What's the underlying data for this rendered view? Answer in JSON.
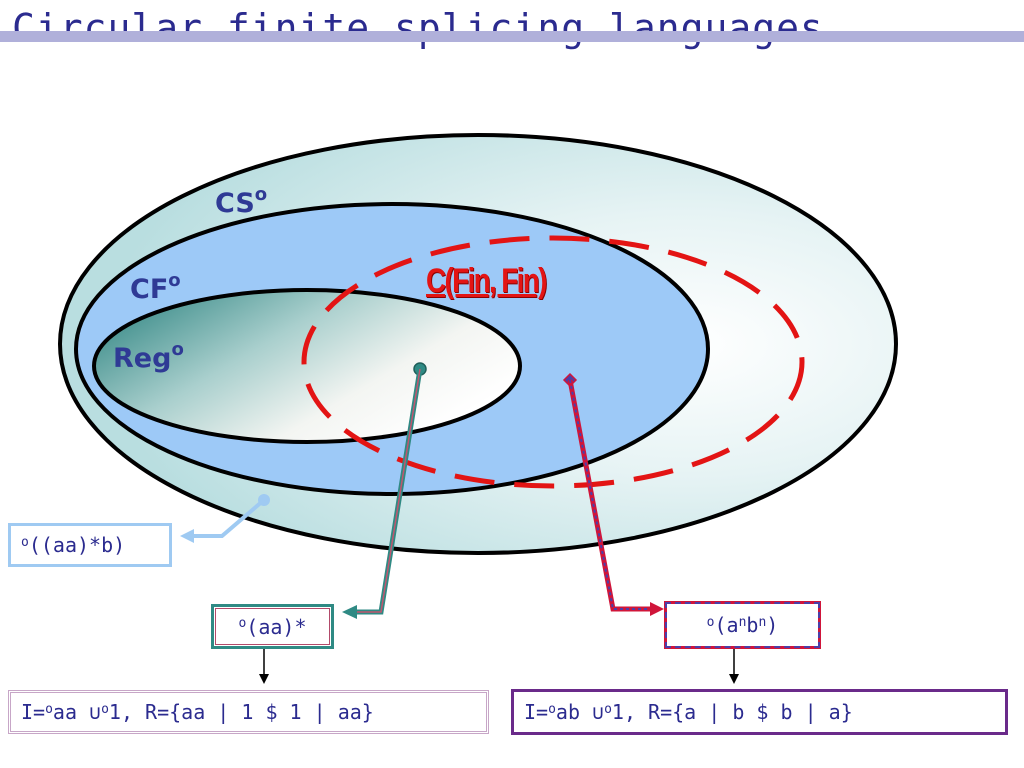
{
  "title": "Circular finite splicing languages",
  "sets": {
    "cs": {
      "name": "CS",
      "sup": "o"
    },
    "cf": {
      "name": "CF",
      "sup": "o"
    },
    "reg": {
      "name": "Reg",
      "sup": "o"
    },
    "fin": {
      "name": "C(Fin, Fin)"
    }
  },
  "examples": {
    "cs": {
      "sup": "o",
      "text": "((aa)*b)"
    },
    "reg": {
      "sup": "o",
      "text": "(aa)*"
    },
    "fin": {
      "sup": "o",
      "pre": "(a",
      "sup_n1": "n",
      "mid": " b",
      "sup_n2": "n",
      "post": ")"
    }
  },
  "systems": {
    "reg": {
      "p1": "I= ",
      "s1": "o",
      "p2": "aa ∪ ",
      "s2": "o",
      "p3": "1,  R={aa | 1 $ 1 | aa}"
    },
    "fin": {
      "p1": "I= ",
      "s1": "o",
      "p2": "ab ∪ ",
      "s2": "o",
      "p3": "1,  R={a | b $ b | a}"
    }
  },
  "colors": {
    "title": "#2b2b8f",
    "cs_fill": "#cfe9ea",
    "cf_fill": "#9dc9f7",
    "reg_gradient_dark": "#3a8a86",
    "fin_dash": "#e31414"
  }
}
